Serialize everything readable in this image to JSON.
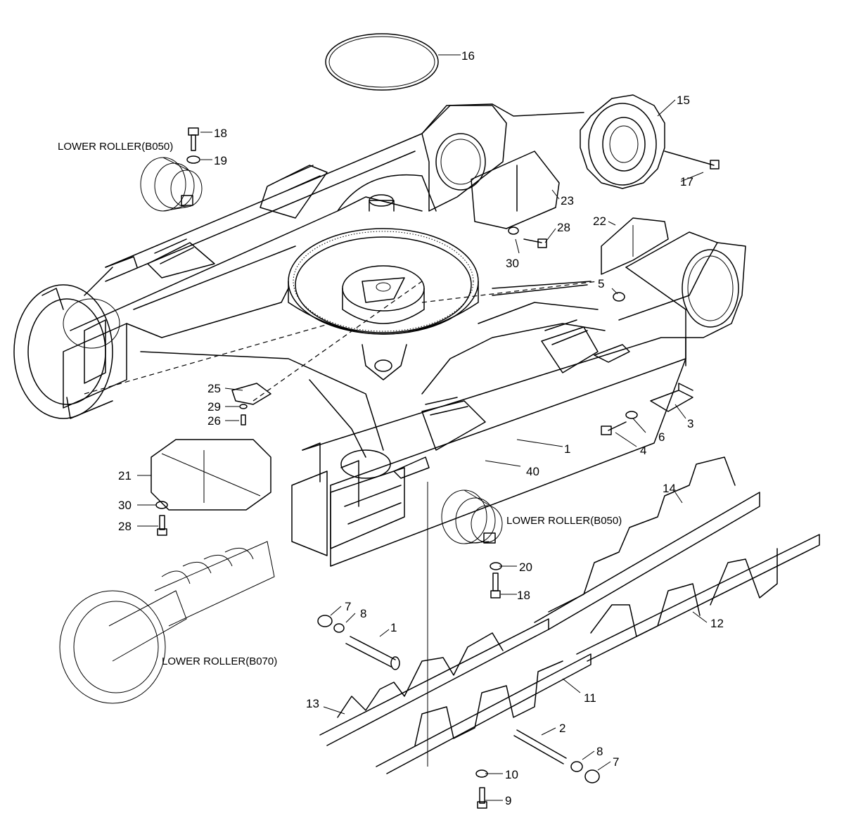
{
  "captions": {
    "lower_roller_top": "LOWER ROLLER(B050)",
    "lower_roller_mid": "LOWER ROLLER(B050)",
    "lower_roller_front": "LOWER ROLLER(B070)"
  },
  "callouts": {
    "c1a": "1",
    "c1b": "1",
    "c2": "2",
    "c3": "3",
    "c4": "4",
    "c5": "5",
    "c6": "6",
    "c7a": "7",
    "c7b": "7",
    "c8a": "8",
    "c8b": "8",
    "c9": "9",
    "c10": "10",
    "c11": "11",
    "c12": "12",
    "c13": "13",
    "c14": "14",
    "c15": "15",
    "c16": "16",
    "c17": "17",
    "c18a": "18",
    "c18b": "18",
    "c19": "19",
    "c20": "20",
    "c21": "21",
    "c22": "22",
    "c23": "23",
    "c25": "25",
    "c26": "26",
    "c28a": "28",
    "c28b": "28",
    "c29": "29",
    "c30a": "30",
    "c30b": "30",
    "c40": "40"
  }
}
